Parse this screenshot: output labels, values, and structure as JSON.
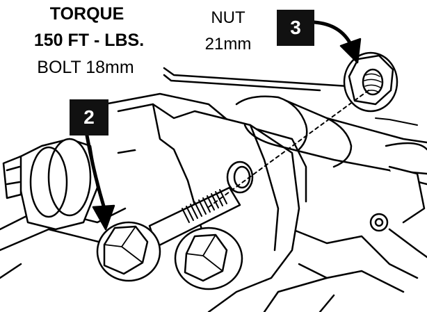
{
  "labels": {
    "torque_title": "TORQUE",
    "torque_value": "150 FT - LBS.",
    "bolt": "BOLT 18mm",
    "nut": "NUT",
    "nut_size": "21mm"
  },
  "steps": {
    "bolt_step": "2",
    "nut_step": "3"
  },
  "colors": {
    "ink": "#000000",
    "badge": "#111111",
    "background": "#ffffff"
  }
}
